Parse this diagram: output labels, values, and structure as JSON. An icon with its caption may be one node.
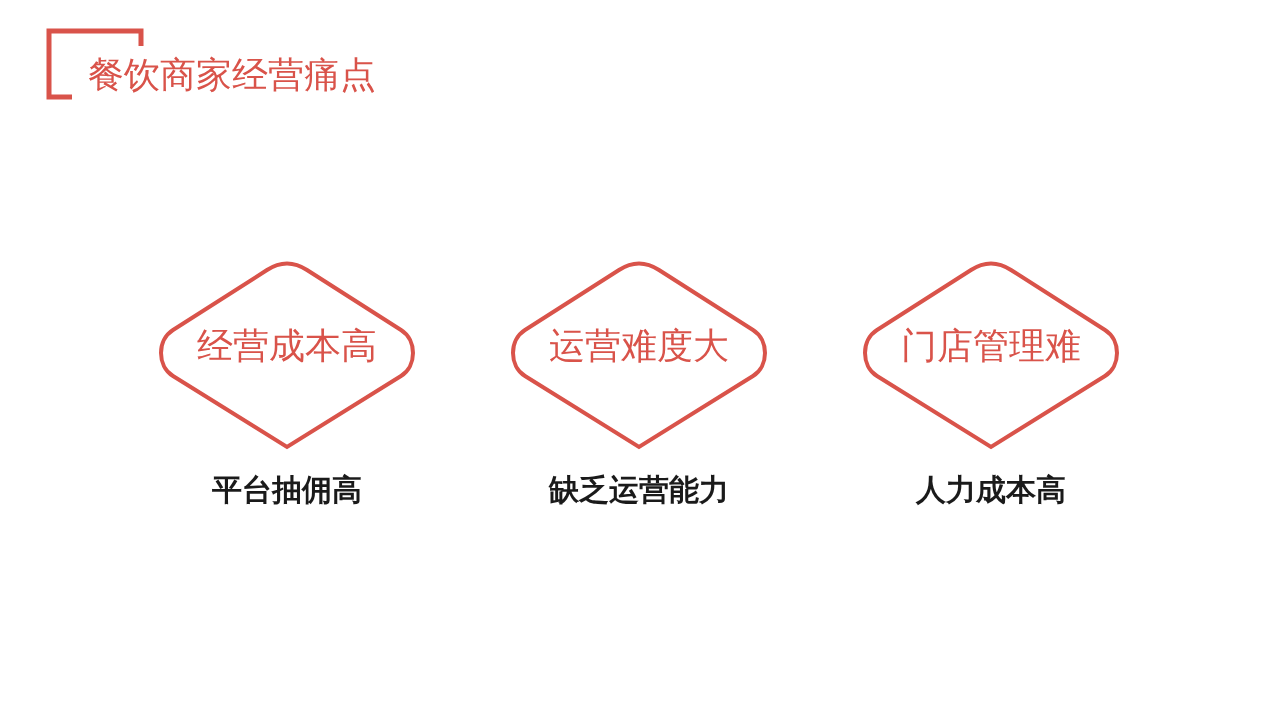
{
  "diagram": {
    "title": "餐饮商家经营痛点",
    "nodes": [
      {
        "text": [
          "经营成本高"
        ],
        "beside": [
          "平台抽佣高"
        ]
      },
      {
        "text": [
          "运营难度大"
        ],
        "beside": [
          "缺乏运营能力"
        ]
      },
      {
        "text": [
          "门店管理难"
        ],
        "beside": [
          "人力成本高"
        ]
      }
    ]
  }
}
